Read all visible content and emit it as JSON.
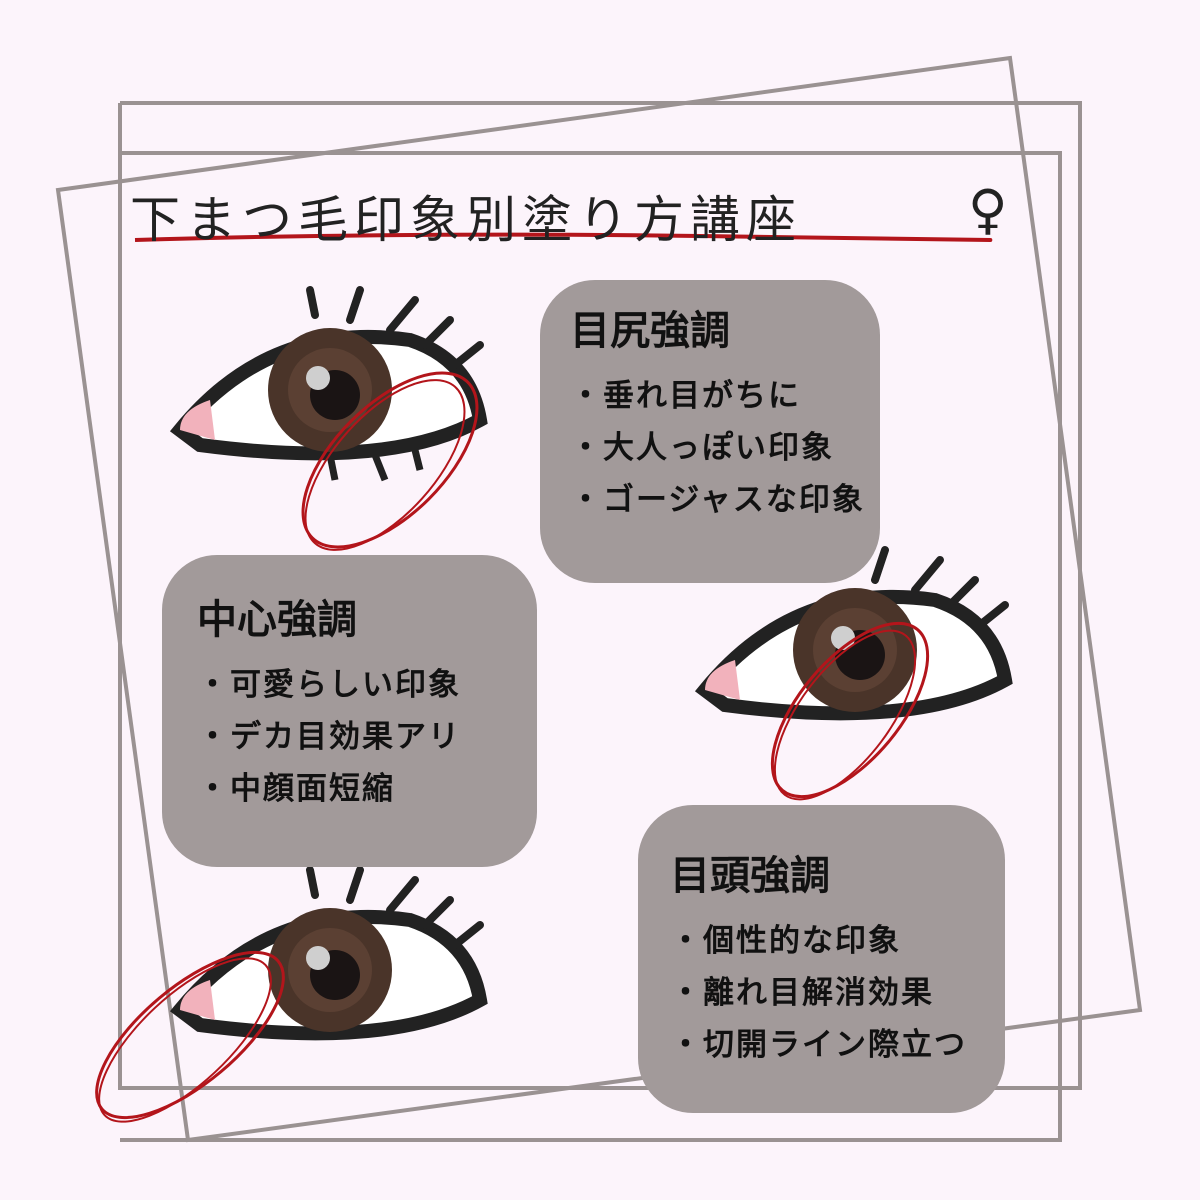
{
  "title": "下まつ毛印象別塗り方講座",
  "symbol": "♀",
  "sections": [
    {
      "heading": "目尻強調",
      "items": [
        "垂れ目がちに",
        "大人っぽい印象",
        "ゴージャスな印象"
      ]
    },
    {
      "heading": "中心強調",
      "items": [
        "可愛らしい印象",
        "デカ目効果アリ",
        "中顔面短縮"
      ]
    },
    {
      "heading": "目頭強調",
      "items": [
        "個性的な印象",
        "離れ目解消効果",
        "切開ライン際立つ"
      ]
    }
  ],
  "colors": {
    "background": "#fcf4fb",
    "box": "#a29a9a",
    "frame": "#9a9292",
    "accent": "#b3151b",
    "iris": "#4a3429"
  }
}
